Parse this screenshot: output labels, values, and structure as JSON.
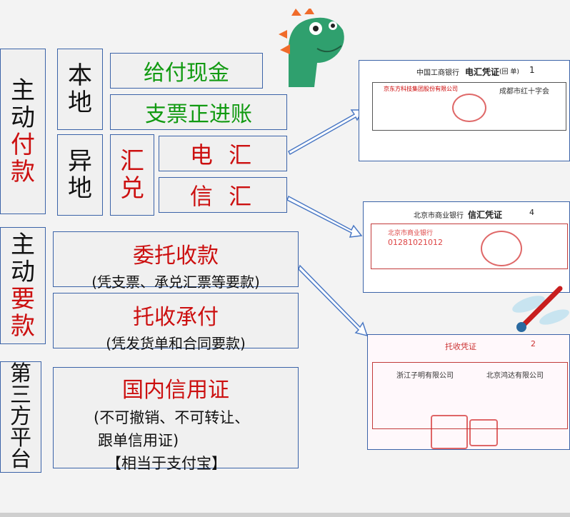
{
  "left_column": {
    "active_payment": [
      "主",
      "动",
      "付",
      "款"
    ],
    "active_collection": [
      "主",
      "动",
      "要",
      "款"
    ],
    "third_party": [
      "第",
      "三",
      "方",
      "平",
      "台"
    ]
  },
  "local": {
    "label": [
      "本",
      "地"
    ],
    "cash": "给付现金",
    "check": "支票正进账"
  },
  "remote": {
    "label": [
      "异",
      "地"
    ],
    "remit": [
      "汇",
      "兑"
    ],
    "wire": "电 汇",
    "mail": "信 汇"
  },
  "collection": {
    "entrust_title": "委托收款",
    "entrust_note": "(凭支票、承兑汇票等要款)",
    "consign_title": "托收承付",
    "consign_note": "(凭发货单和合同要款)"
  },
  "lc": {
    "title": "国内信用证",
    "note_line1": "(不可撤销、不可转让、",
    "note_line2": "跟单信用证)",
    "note_line3": "【相当于支付宝】"
  },
  "vouchers": {
    "wire_bank": "中国工商银行",
    "wire_title": "电汇凭证",
    "wire_copy": "(回 单)",
    "wire_num": "1",
    "wire_payer": "京东方科技集团股份有限公司",
    "wire_payee_city": "成都市红十字会",
    "mail_bank": "北京市商业银行",
    "mail_title": "信汇凭证",
    "mail_num": "4",
    "mail_payer": "北京市商业银行",
    "mail_account": "01281021012",
    "consign_title": "托收凭证",
    "consign_num": "2",
    "consign_payer": "浙江子明有限公司",
    "consign_payee": "北京鸿达有限公司"
  },
  "colors": {
    "border": "#3b63a8",
    "red": "#cc1010",
    "green": "#119a11",
    "arrow": "#4a78c4"
  }
}
